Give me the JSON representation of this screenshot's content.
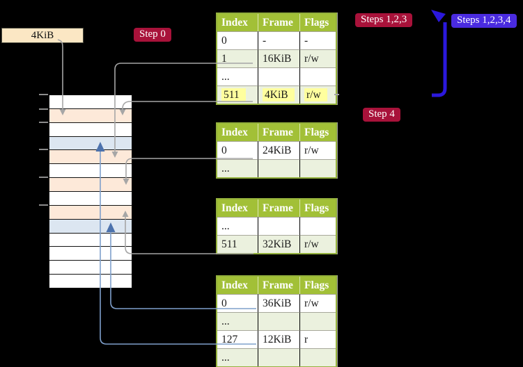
{
  "frame_label": "4KiB",
  "badges": {
    "step0": "Step 0",
    "steps123": "Steps 1,2,3",
    "steps1234": "Steps 1,2,3,4",
    "step4": "Step 4"
  },
  "memory": {
    "rows": [
      "free",
      "table",
      "free",
      "page",
      "table",
      "free",
      "table",
      "free",
      "table",
      "page",
      "free",
      "free",
      "free",
      "free"
    ],
    "tick_positions": [
      135,
      156,
      175,
      214,
      254,
      294
    ]
  },
  "tables": [
    {
      "name": "level-4-table",
      "header": [
        "Index",
        "Frame",
        "Flags"
      ],
      "rows": [
        {
          "index": "0",
          "frame": "-",
          "flags": "-",
          "style": "plain",
          "hl": ""
        },
        {
          "index": "1",
          "frame": "16KiB",
          "flags": "r/w",
          "style": "shaded",
          "hl": ""
        },
        {
          "index": "...",
          "frame": "",
          "flags": "",
          "style": "plain",
          "hl": ""
        },
        {
          "index": "511",
          "frame": "4KiB",
          "flags": "r/w",
          "style": "shaded",
          "hl": "hl"
        }
      ]
    },
    {
      "name": "level-3-table",
      "header": [
        "Index",
        "Frame",
        "Flags"
      ],
      "rows": [
        {
          "index": "0",
          "frame": "24KiB",
          "flags": "r/w",
          "style": "plain",
          "hl": ""
        },
        {
          "index": "...",
          "frame": "",
          "flags": "",
          "style": "shaded",
          "hl": ""
        }
      ]
    },
    {
      "name": "level-2-table",
      "header": [
        "Index",
        "Frame",
        "Flags"
      ],
      "rows": [
        {
          "index": "...",
          "frame": "",
          "flags": "",
          "style": "plain",
          "hl": ""
        },
        {
          "index": "511",
          "frame": "32KiB",
          "flags": "r/w",
          "style": "shaded",
          "hl": ""
        }
      ]
    },
    {
      "name": "level-1-table",
      "header": [
        "Index",
        "Frame",
        "Flags"
      ],
      "rows": [
        {
          "index": "0",
          "frame": "36KiB",
          "flags": "r/w",
          "style": "plain",
          "hl": ""
        },
        {
          "index": "...",
          "frame": "",
          "flags": "",
          "style": "shaded",
          "hl": ""
        },
        {
          "index": "127",
          "frame": "12KiB",
          "flags": "r",
          "style": "plain",
          "hl": ""
        },
        {
          "index": "...",
          "frame": "",
          "flags": "",
          "style": "shaded",
          "hl": ""
        }
      ]
    }
  ],
  "colors": {
    "header_green": "#A2C037",
    "table_border_green": "#94B13C",
    "row_green": "#EBF1DE",
    "highlight_yellow": "#FFFF9E",
    "mem_table_peach": "#FDE9D9",
    "mem_page_blue": "#DCE6F1",
    "badge_red": "#A8123A",
    "badge_blue": "#4A2BE0",
    "arrow_blue": "#2B18DC",
    "connector_grey": "#A6A6A6",
    "connector_steel": "#7FA0CC",
    "arrowhead_steel": "#4C72AD",
    "label_bg": "#FBE7C4"
  }
}
